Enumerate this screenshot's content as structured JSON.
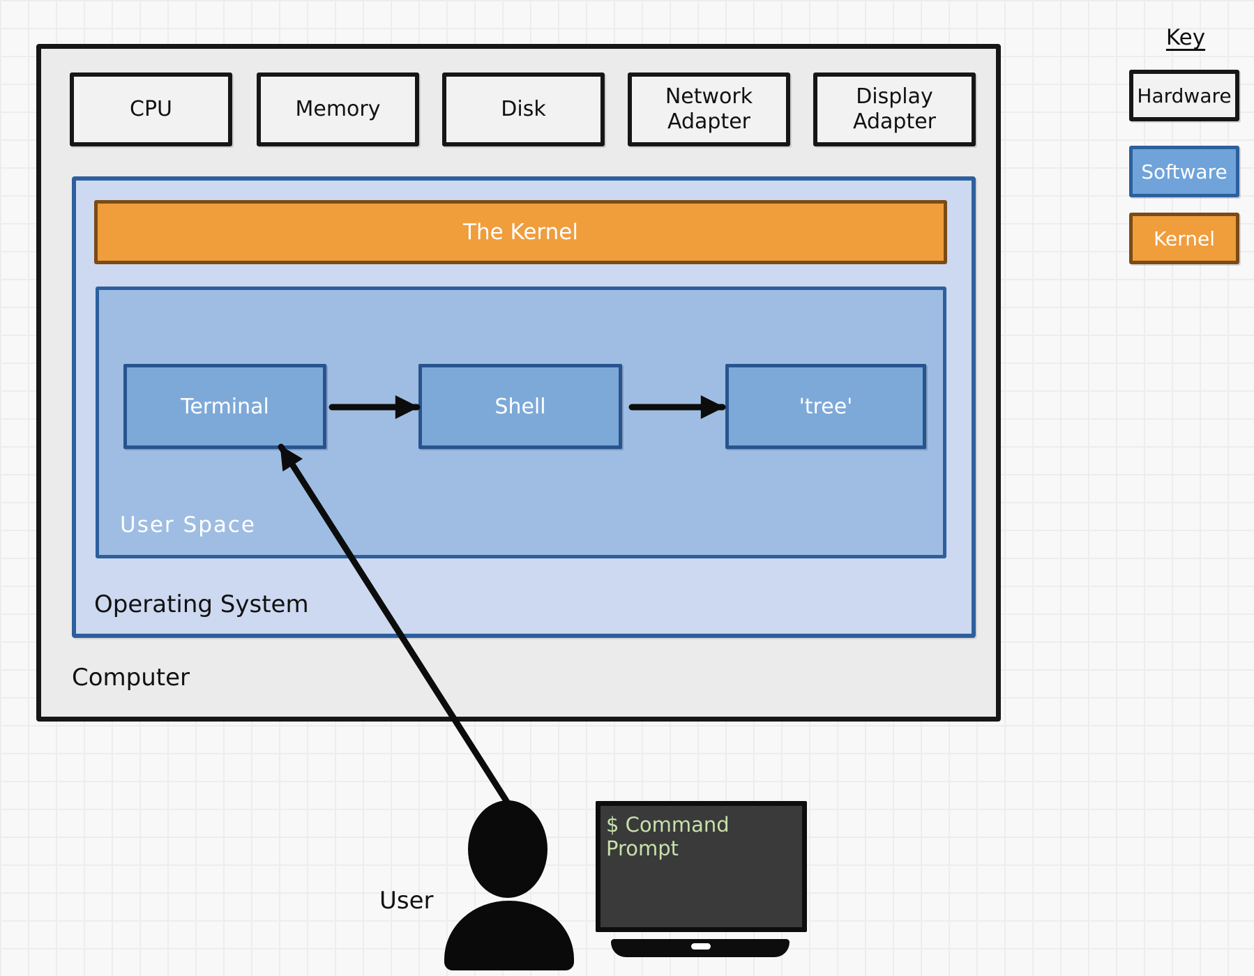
{
  "colors": {
    "page-bg": "#f8f8f8",
    "grid-line": "#ededed",
    "outline-dark": "#161616",
    "computer-fill": "#ebebeb",
    "hardware-fill": "#f2f2f2",
    "os-fill": "#cdd9f0",
    "os-border": "#2d5f9e",
    "userspace-fill": "#9fbde2",
    "app-fill": "#7da9d9",
    "app-border": "#27548f",
    "kernel-fill": "#f09d3c",
    "kernel-border": "#7a4b15",
    "software-fill": "#6fa3d9",
    "monitor-screen": "#3a3a3a",
    "monitor-text": "#c7e0ab",
    "arrow": "#0c0c0c"
  },
  "key": {
    "title": "Key",
    "items": [
      {
        "label": "Hardware"
      },
      {
        "label": "Software"
      },
      {
        "label": "Kernel"
      }
    ]
  },
  "computer": {
    "label": "Computer",
    "hardware": [
      {
        "label": "CPU"
      },
      {
        "label": "Memory"
      },
      {
        "label": "Disk"
      },
      {
        "label": "Network Adapter"
      },
      {
        "label": "Display Adapter"
      }
    ]
  },
  "os": {
    "label": "Operating System",
    "kernel": {
      "label": "The Kernel"
    },
    "user_space": {
      "label": "User Space",
      "apps": [
        {
          "label": "Terminal"
        },
        {
          "label": "Shell"
        },
        {
          "label": "'tree'"
        }
      ]
    }
  },
  "user": {
    "label": "User"
  },
  "monitor": {
    "screen_text": "$ Command Prompt"
  }
}
